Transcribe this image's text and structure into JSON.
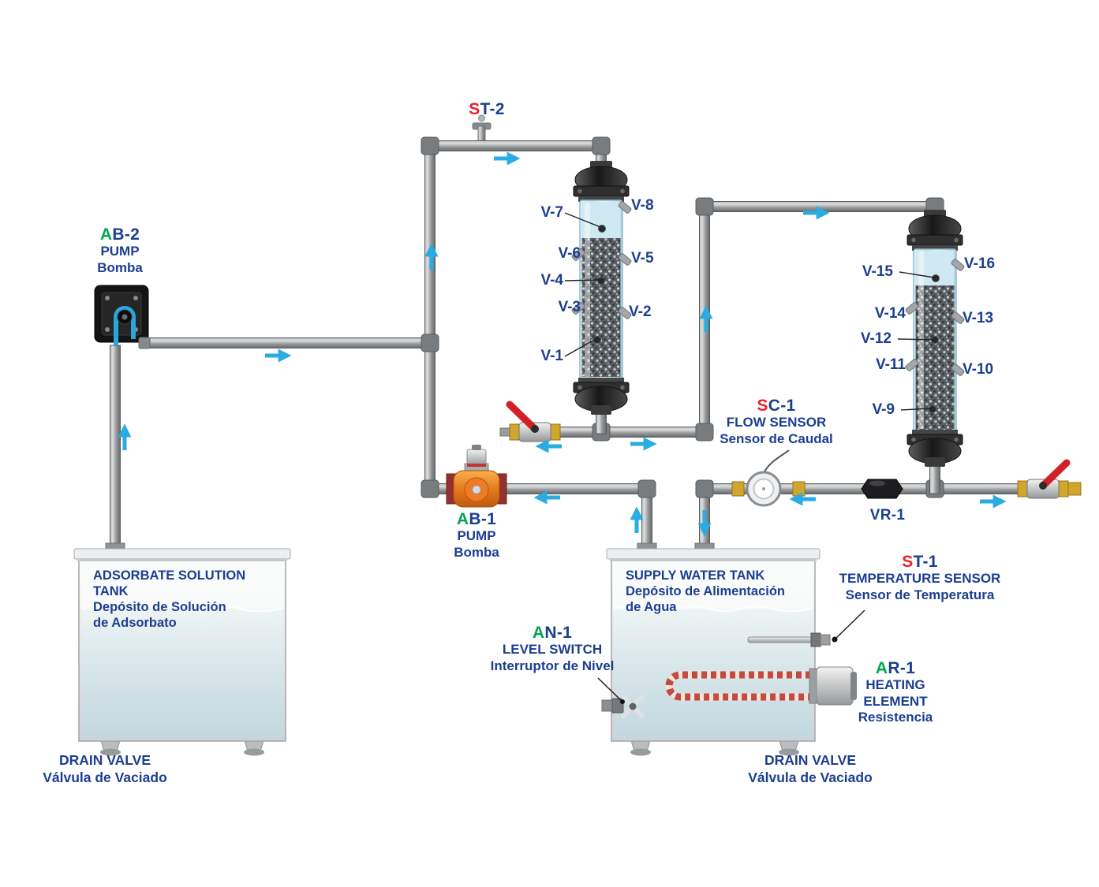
{
  "colors": {
    "navy": "#1c3e91",
    "green": "#00a552",
    "red": "#e8212e",
    "arrow_blue": "#2aabe2"
  },
  "components": {
    "st2": {
      "id_prefix": "S",
      "id_rest": "T-2"
    },
    "ab2": {
      "id_prefix": "A",
      "id_rest": "B-2",
      "name_en": "PUMP",
      "name_es": "Bomba"
    },
    "ab1": {
      "id_prefix": "A",
      "id_rest": "B-1",
      "name_en": "PUMP",
      "name_es": "Bomba"
    },
    "sc1": {
      "id_prefix": "S",
      "id_rest": "C-1",
      "name_en": "FLOW SENSOR",
      "name_es": "Sensor de Caudal"
    },
    "st1": {
      "id_prefix": "S",
      "id_rest": "T-1",
      "name_en": "TEMPERATURE SENSOR",
      "name_es": "Sensor de Temperatura"
    },
    "an1": {
      "id_prefix": "A",
      "id_rest": "N-1",
      "name_en": "LEVEL SWITCH",
      "name_es": "Interruptor de Nivel"
    },
    "ar1": {
      "id_prefix": "A",
      "id_rest": "R-1",
      "name_en_1": "HEATING",
      "name_en_2": "ELEMENT",
      "name_es": "Resistencia"
    },
    "vr1": {
      "id": "VR-1"
    }
  },
  "tanks": {
    "adsorbate": {
      "title_en_1": "ADSORBATE SOLUTION",
      "title_en_2": "TANK",
      "title_es_1": "Depósito de Solución",
      "title_es_2": "de Adsorbato"
    },
    "supply": {
      "title_en_1": "SUPPLY WATER TANK",
      "title_es_1": "Depósito de Alimentación",
      "title_es_2": "de Agua"
    }
  },
  "drains": {
    "left": {
      "en": "DRAIN VALVE",
      "es": "Válvula de Vaciado"
    },
    "right": {
      "en": "DRAIN VALVE",
      "es": "Válvula de Vaciado"
    }
  },
  "valves": {
    "v1": "V-1",
    "v2": "V-2",
    "v3": "V-3",
    "v4": "V-4",
    "v5": "V-5",
    "v6": "V-6",
    "v7": "V-7",
    "v8": "V-8",
    "v9": "V-9",
    "v10": "V-10",
    "v11": "V-11",
    "v12": "V-12",
    "v13": "V-13",
    "v14": "V-14",
    "v15": "V-15",
    "v16": "V-16"
  }
}
